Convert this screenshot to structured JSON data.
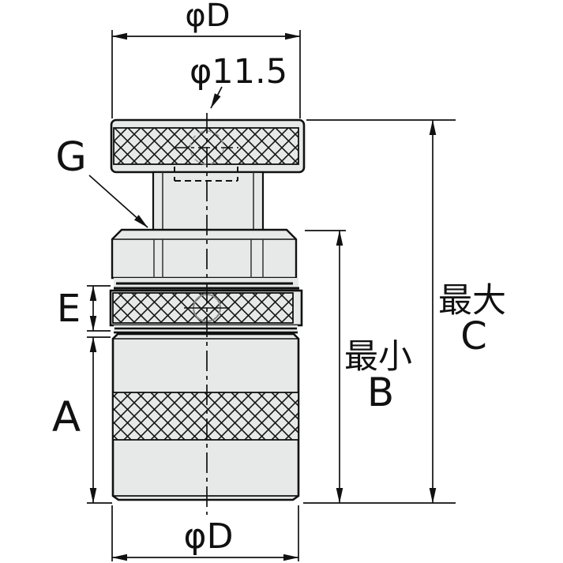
{
  "drawing": {
    "type": "engineering-dimension-drawing",
    "labels": {
      "top_diameter": "φD",
      "hole_diameter": "φ11.5",
      "shank": "G",
      "ring_height": "E",
      "body_height": "A",
      "min_prefix": "最小",
      "min_letter": "B",
      "max_prefix": "最大",
      "max_letter": "C",
      "bottom_diameter": "φD"
    },
    "colors": {
      "background": "#ffffff",
      "part_fill": "#e7e8e8",
      "line": "#111111",
      "hidden_detail": "#999999"
    }
  }
}
